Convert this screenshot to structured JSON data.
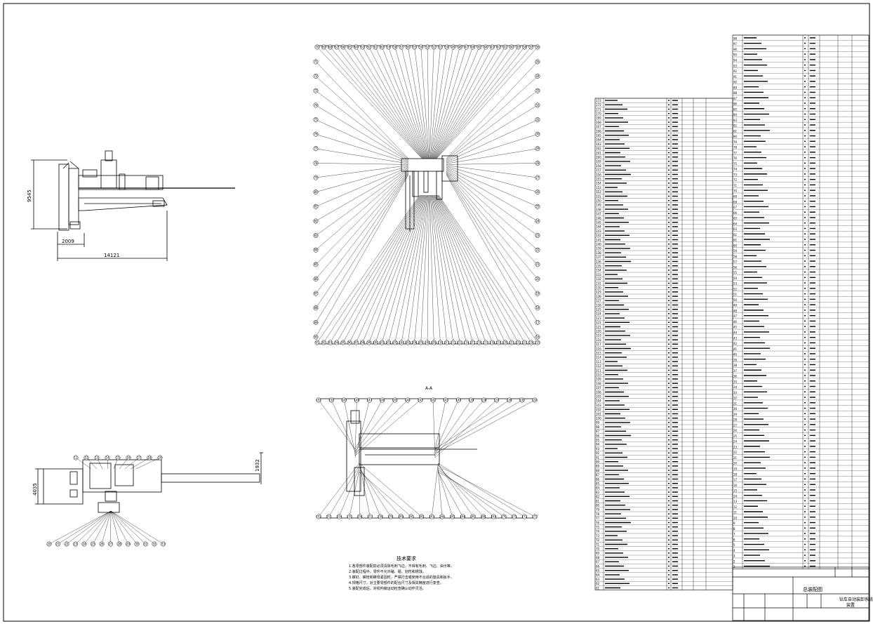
{
  "drawing": {
    "dimensions": {
      "left_height": "9545",
      "left_width_small": "2009",
      "left_width_total": "14121",
      "bottom_height_left": "4035",
      "bottom_height_right": "1932"
    },
    "labels": {
      "section_label": "A-A",
      "tech_title": "技术要求",
      "tech_notes": [
        "1.各零部件装配前必须清除毛刺飞边，不得有毛刺、飞边、油污等。",
        "2.装配过程中，零件不允许磕、碰、划伤和锈蚀。",
        "3.螺钉、螺栓和螺母紧固时，严禁打击或使用不合适的旋具和扳手。",
        "4.规格尺寸，对主要零部件的配合尺寸及相关精度进行复查。",
        "5.装配完成后，对机构做运动检查确认动作灵活。"
      ],
      "title_block_name": "总装配图",
      "title_block_sub1": "钻车自动装卸系统",
      "title_block_sub2": "装置"
    },
    "balloons": {
      "top_row": [
        "70",
        "69",
        "68",
        "67",
        "66",
        "65",
        "64",
        "63",
        "62",
        "61",
        "60",
        "59",
        "58",
        "57",
        "56",
        "55",
        "54",
        "53",
        "52",
        "51",
        "50",
        "49",
        "48",
        "47",
        "46",
        "45",
        "44",
        "43",
        "42",
        "41",
        "40",
        "39",
        "38",
        "37",
        "36"
      ],
      "bottom_row": [
        "91",
        "92",
        "93",
        "94",
        "95",
        "96",
        "97",
        "98",
        "99",
        "100",
        "101",
        "102",
        "103",
        "104",
        "105",
        "106",
        "107",
        "108",
        "109",
        "110",
        "111",
        "112",
        "113",
        "114",
        "115",
        "116",
        "117",
        "118",
        "119",
        "120",
        "121",
        "122",
        "123",
        "124",
        "125"
      ],
      "left_col": [
        "71",
        "72",
        "73",
        "74",
        "75",
        "76",
        "77",
        "78",
        "79",
        "80",
        "81",
        "82",
        "83",
        "84",
        "85",
        "86",
        "87",
        "88",
        "89",
        "90"
      ],
      "right_col": [
        "35",
        "34",
        "33",
        "32",
        "31",
        "30",
        "29",
        "28",
        "27",
        "26",
        "25",
        "24",
        "23",
        "22",
        "21",
        "20",
        "19",
        "18",
        "17",
        "16"
      ],
      "mid_top": [
        "151",
        "150",
        "149",
        "148",
        "147",
        "146",
        "145",
        "144",
        "143",
        "142",
        "141",
        "140",
        "139",
        "138",
        "137",
        "136",
        "135",
        "134"
      ],
      "mid_bottom": [
        "152",
        "153",
        "154",
        "155",
        "156",
        "157",
        "158",
        "159",
        "160",
        "161",
        "162",
        "163",
        "164",
        "165",
        "166",
        "167",
        "168",
        "169",
        "170",
        "171",
        "172",
        "173"
      ],
      "small_top": [
        "11",
        "12",
        "13",
        "14",
        "15",
        "16",
        "17",
        "18",
        "19"
      ],
      "small_bottom": [
        "20",
        "21",
        "22",
        "23",
        "24",
        "25",
        "26",
        "27",
        "28",
        "29",
        "30",
        "31",
        "32",
        "33"
      ]
    },
    "bom_middle_rows": [
      "173",
      "172",
      "171",
      "170",
      "169",
      "168",
      "167",
      "166",
      "165",
      "164",
      "163",
      "162",
      "161",
      "160",
      "159",
      "158",
      "157",
      "156",
      "155",
      "154",
      "153",
      "152",
      "151",
      "150",
      "149",
      "148",
      "147",
      "146",
      "145",
      "144",
      "143",
      "142",
      "141",
      "140",
      "139",
      "138",
      "137",
      "136",
      "135",
      "134",
      "133",
      "132",
      "131",
      "130",
      "129",
      "128",
      "127",
      "126",
      "125",
      "124",
      "123",
      "122",
      "121",
      "120",
      "119",
      "118",
      "117",
      "116",
      "115",
      "114",
      "113",
      "112",
      "111",
      "110",
      "109",
      "108",
      "107",
      "106",
      "105",
      "104",
      "103",
      "102",
      "101",
      "100",
      "99",
      "98",
      "97",
      "96",
      "95",
      "94",
      "93",
      "92",
      "91",
      "90",
      "89",
      "88",
      "87",
      "86",
      "85",
      "84",
      "83",
      "82",
      "81",
      "80",
      "79",
      "78",
      "77",
      "76",
      "75",
      "74",
      "73",
      "72",
      "71",
      "70",
      "69",
      "68",
      "67",
      "66",
      "65",
      "64",
      "63",
      "62",
      "61"
    ],
    "bom_right_rows": [
      "98",
      "97",
      "96",
      "95",
      "94",
      "93",
      "92",
      "91",
      "90",
      "89",
      "88",
      "87",
      "86",
      "85",
      "84",
      "83",
      "82",
      "81",
      "80",
      "79",
      "78",
      "77",
      "76",
      "75",
      "74",
      "73",
      "72",
      "71",
      "70",
      "69",
      "68",
      "67",
      "66",
      "65",
      "64",
      "63",
      "62",
      "61",
      "60",
      "59",
      "58",
      "57",
      "56",
      "55",
      "54",
      "53",
      "52",
      "51",
      "50",
      "49",
      "48",
      "47",
      "46",
      "45",
      "44",
      "43",
      "42",
      "41",
      "40",
      "39",
      "38",
      "37",
      "36",
      "35",
      "34",
      "33",
      "32",
      "31",
      "30",
      "29",
      "28",
      "27",
      "26",
      "25",
      "24",
      "23",
      "22",
      "21",
      "20",
      "19",
      "18",
      "17",
      "16",
      "15",
      "14",
      "13",
      "12",
      "11",
      "10",
      "9",
      "8",
      "7",
      "6",
      "5",
      "4",
      "3",
      "2",
      "1"
    ]
  }
}
